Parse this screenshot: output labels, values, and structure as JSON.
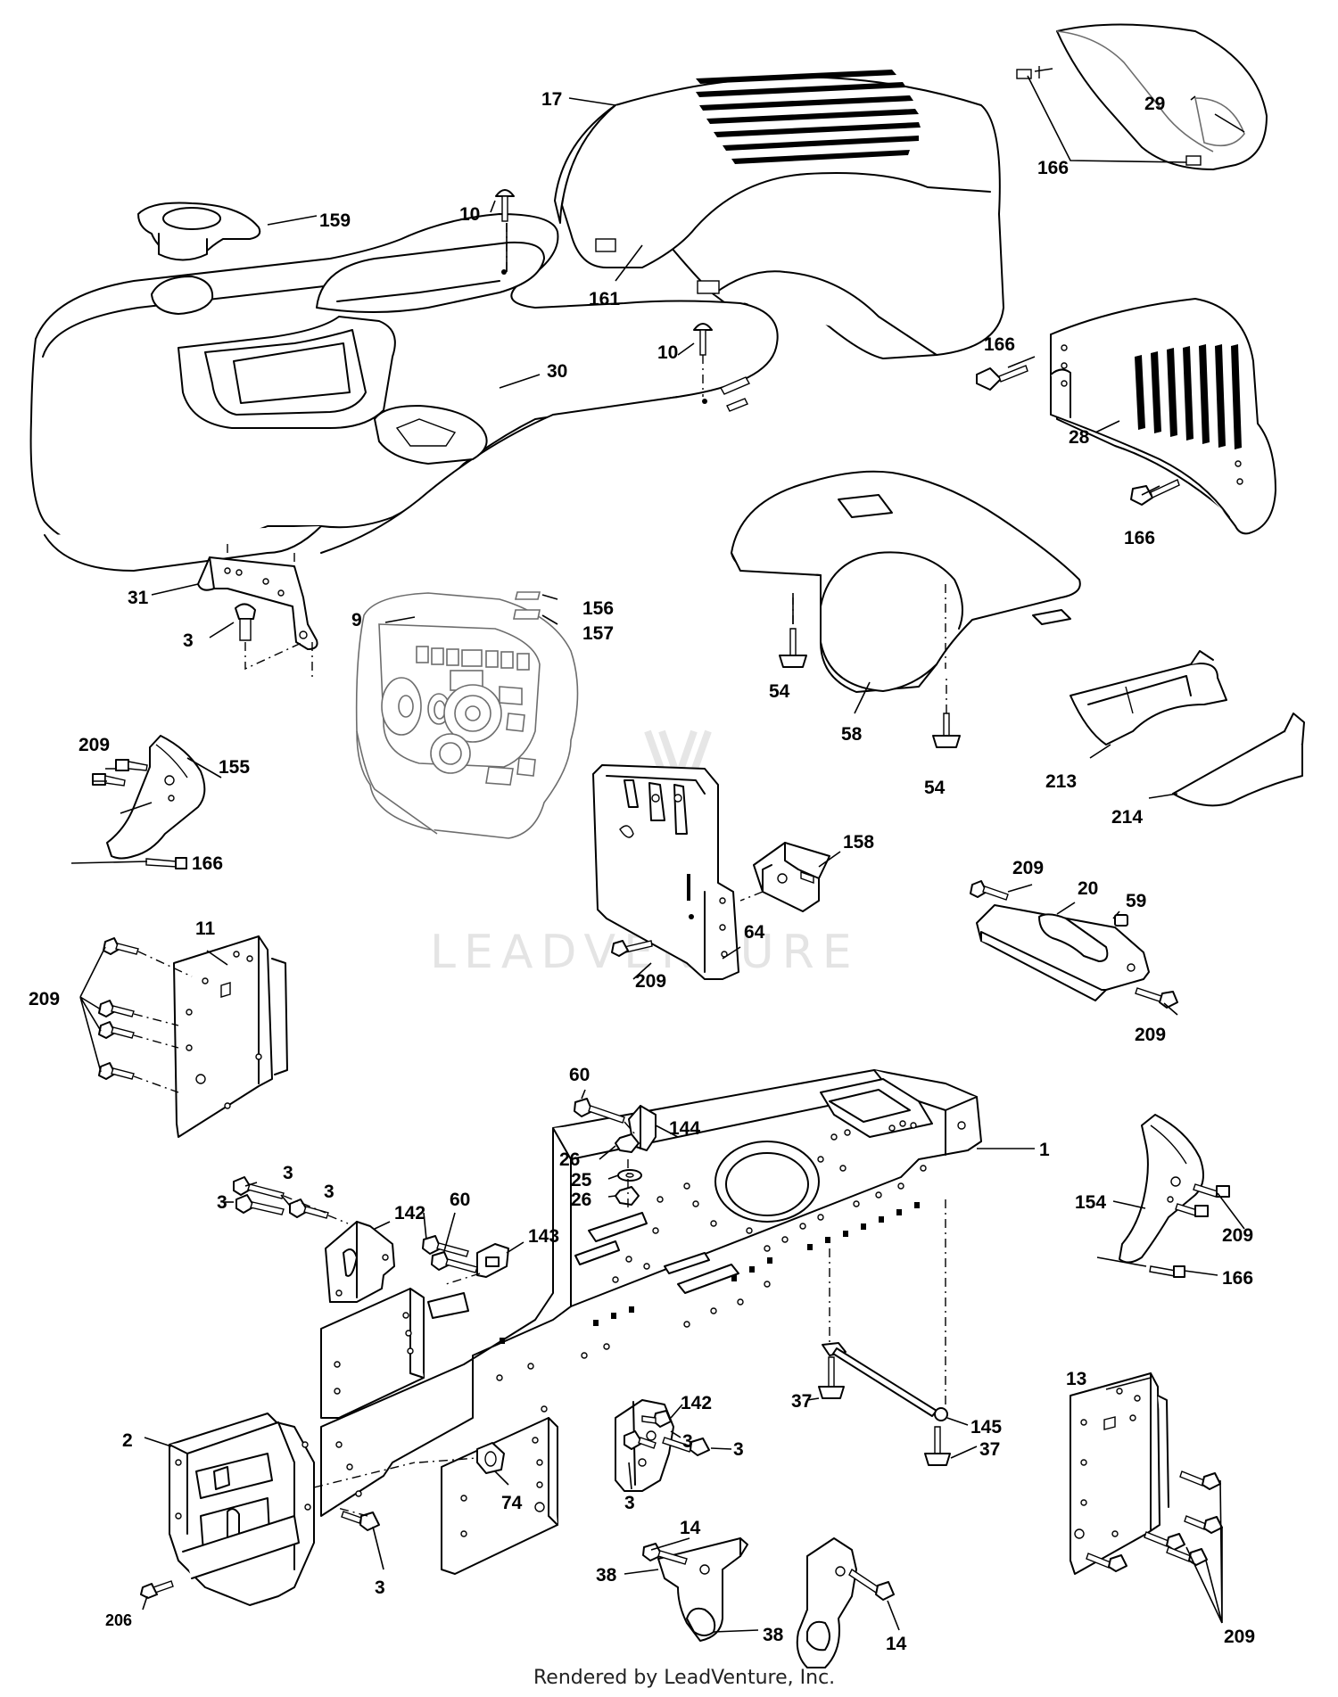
{
  "watermark": "LEADVENTURE",
  "footer": "Rendered by LeadVenture, Inc.",
  "callouts": [
    "17",
    "29",
    "166",
    "159",
    "10",
    "161",
    "10",
    "30",
    "166",
    "28",
    "166",
    "31",
    "156",
    "9",
    "157",
    "3",
    "54",
    "58",
    "54",
    "213",
    "214",
    "209",
    "155",
    "166",
    "158",
    "11",
    "209",
    "64",
    "209",
    "20",
    "59",
    "209",
    "209",
    "60",
    "144",
    "1",
    "26",
    "25",
    "26",
    "3",
    "3",
    "60",
    "142",
    "143",
    "3",
    "154",
    "209",
    "166",
    "13",
    "142",
    "3",
    "3",
    "37",
    "145",
    "37",
    "3",
    "2",
    "74",
    "14",
    "38",
    "206",
    "3",
    "38",
    "14",
    "209"
  ]
}
